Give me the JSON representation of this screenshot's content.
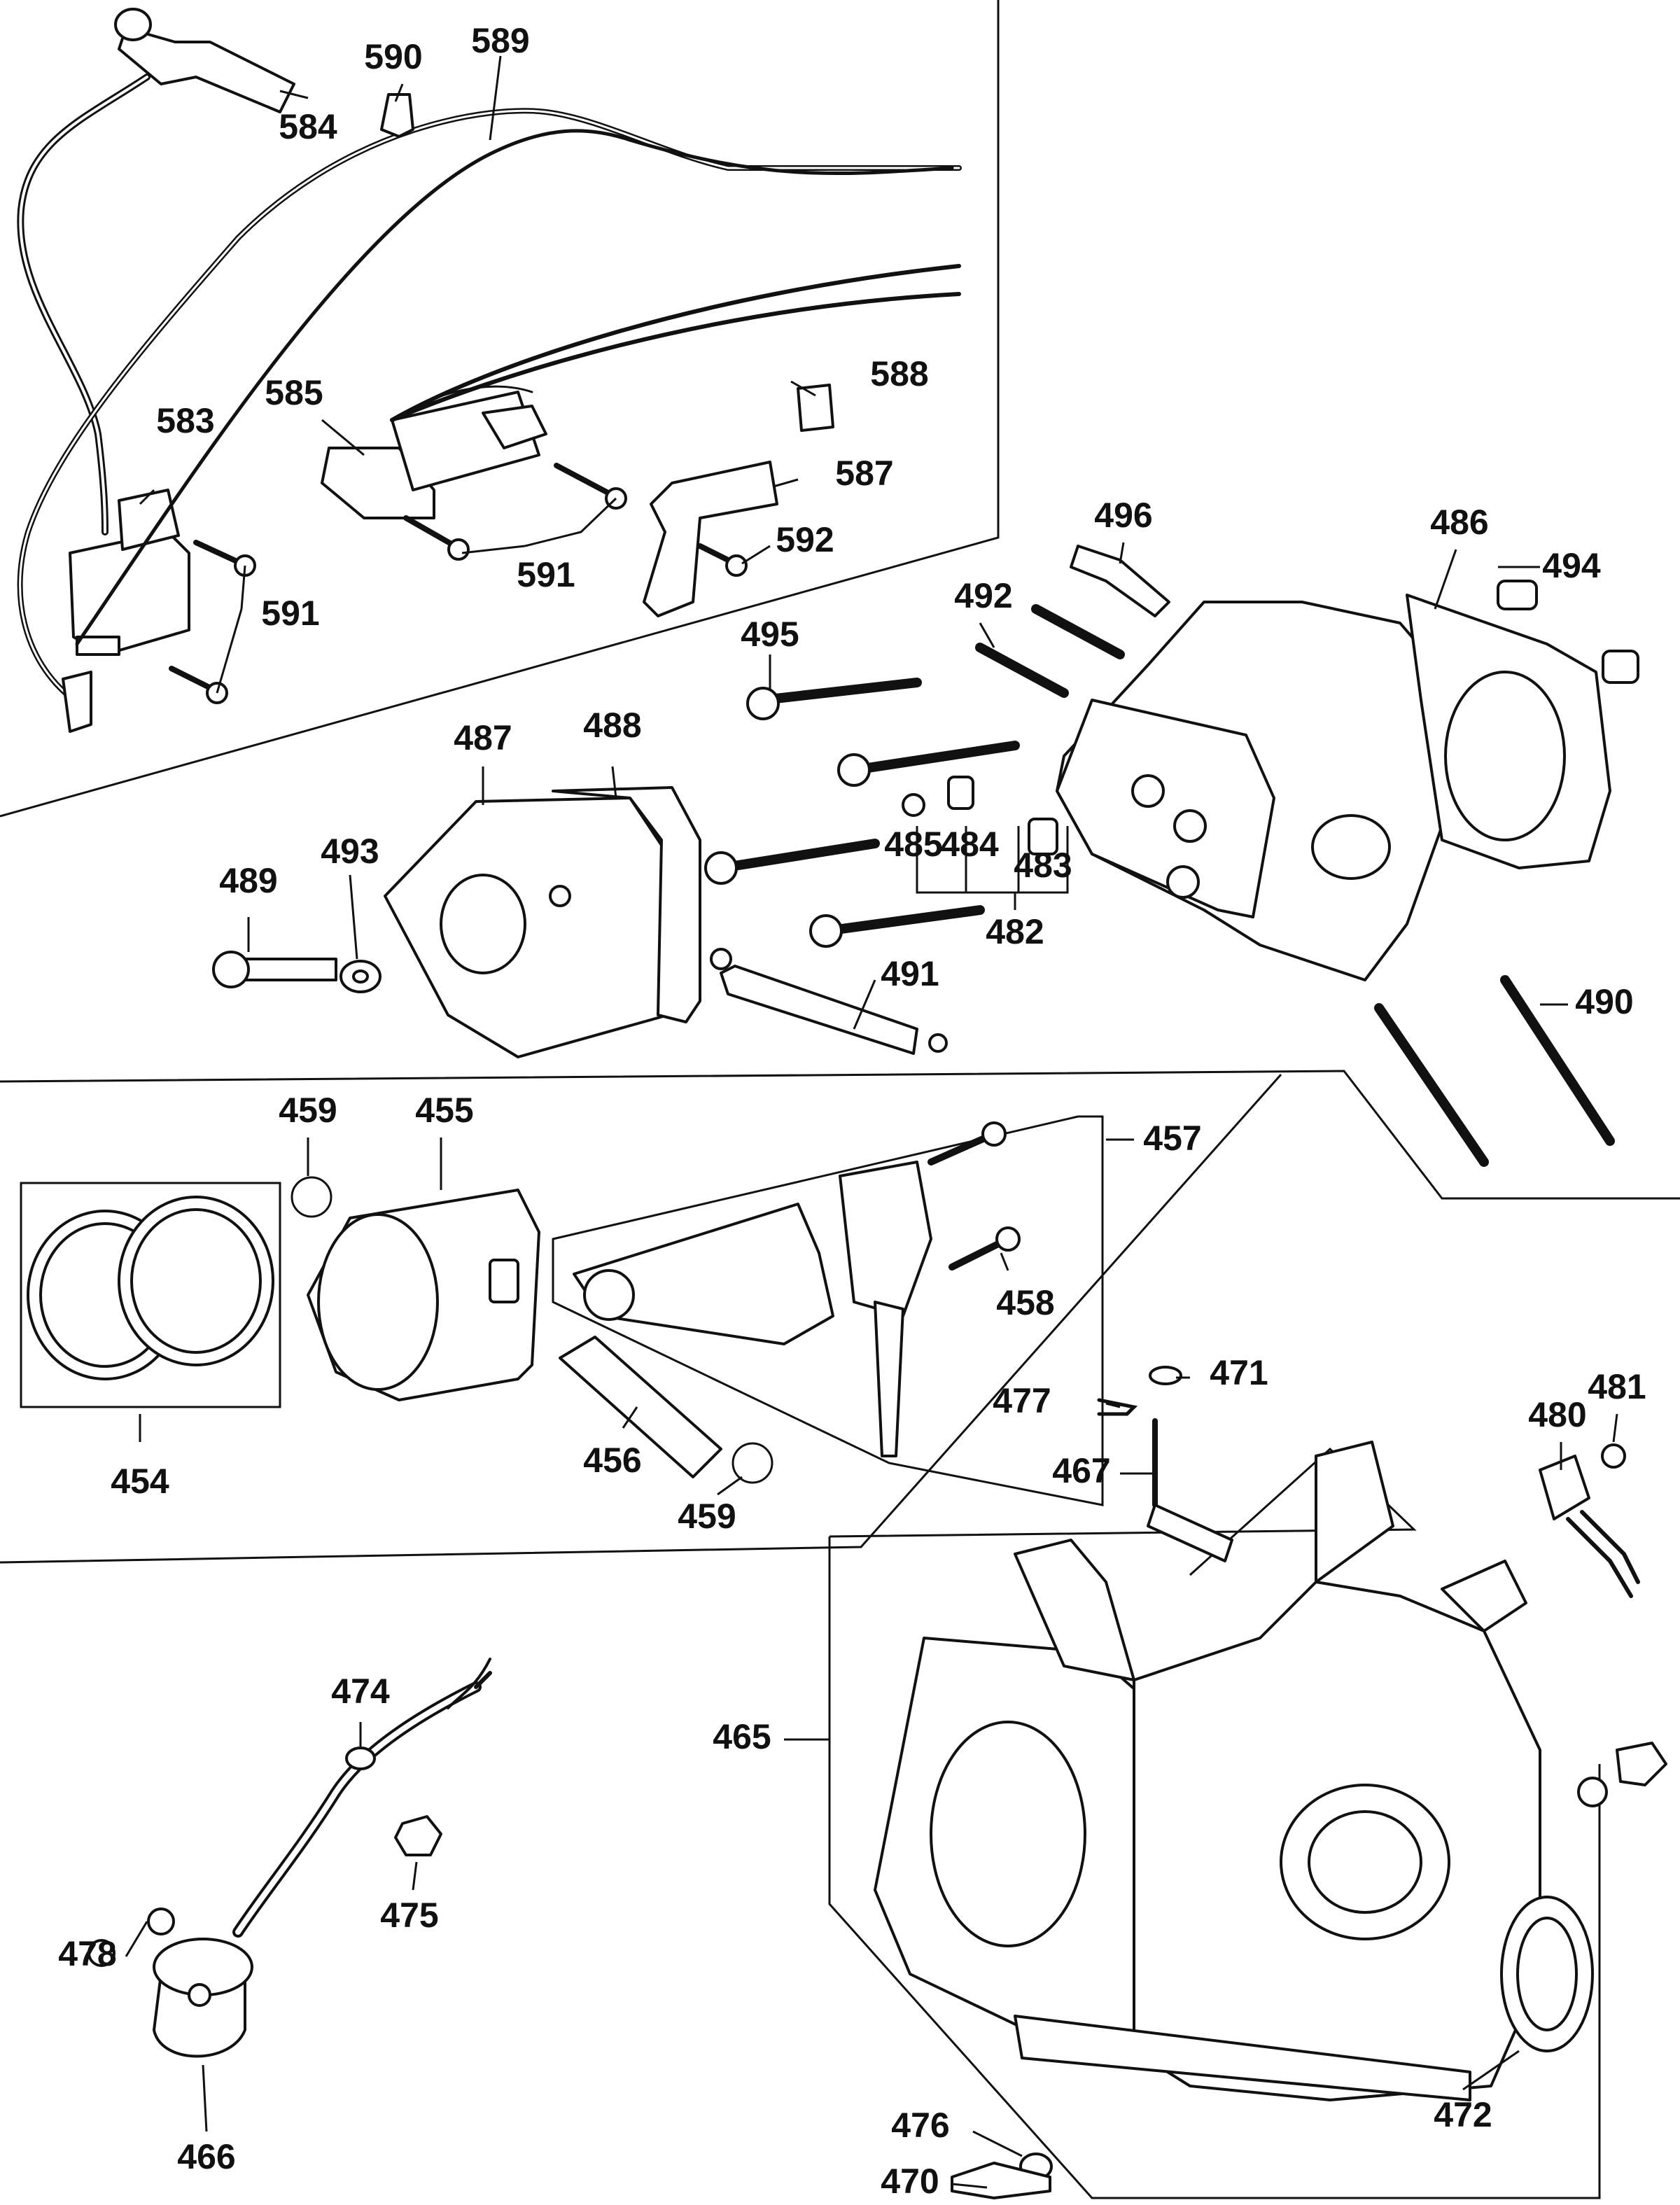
{
  "labels": {
    "p454": "454",
    "p455": "455",
    "p456": "456",
    "p457": "457",
    "p458": "458",
    "p459a": "459",
    "p459b": "459",
    "p465": "465",
    "p466": "466",
    "p467": "467",
    "p470": "470",
    "p471": "471",
    "p472": "472",
    "p474": "474",
    "p475": "475",
    "p476": "476",
    "p477": "477",
    "p478": "478",
    "p480": "480",
    "p481": "481",
    "p482": "482",
    "p483": "483",
    "p484": "484",
    "p485": "485",
    "p486": "486",
    "p487": "487",
    "p488": "488",
    "p489": "489",
    "p490": "490",
    "p491": "491",
    "p492": "492",
    "p493": "493",
    "p494": "494",
    "p495": "495",
    "p496": "496",
    "p583": "583",
    "p584": "584",
    "p585": "585",
    "p587": "587",
    "p588": "588",
    "p589": "589",
    "p590": "590",
    "p591a": "591",
    "p591b": "591",
    "p592": "592"
  }
}
